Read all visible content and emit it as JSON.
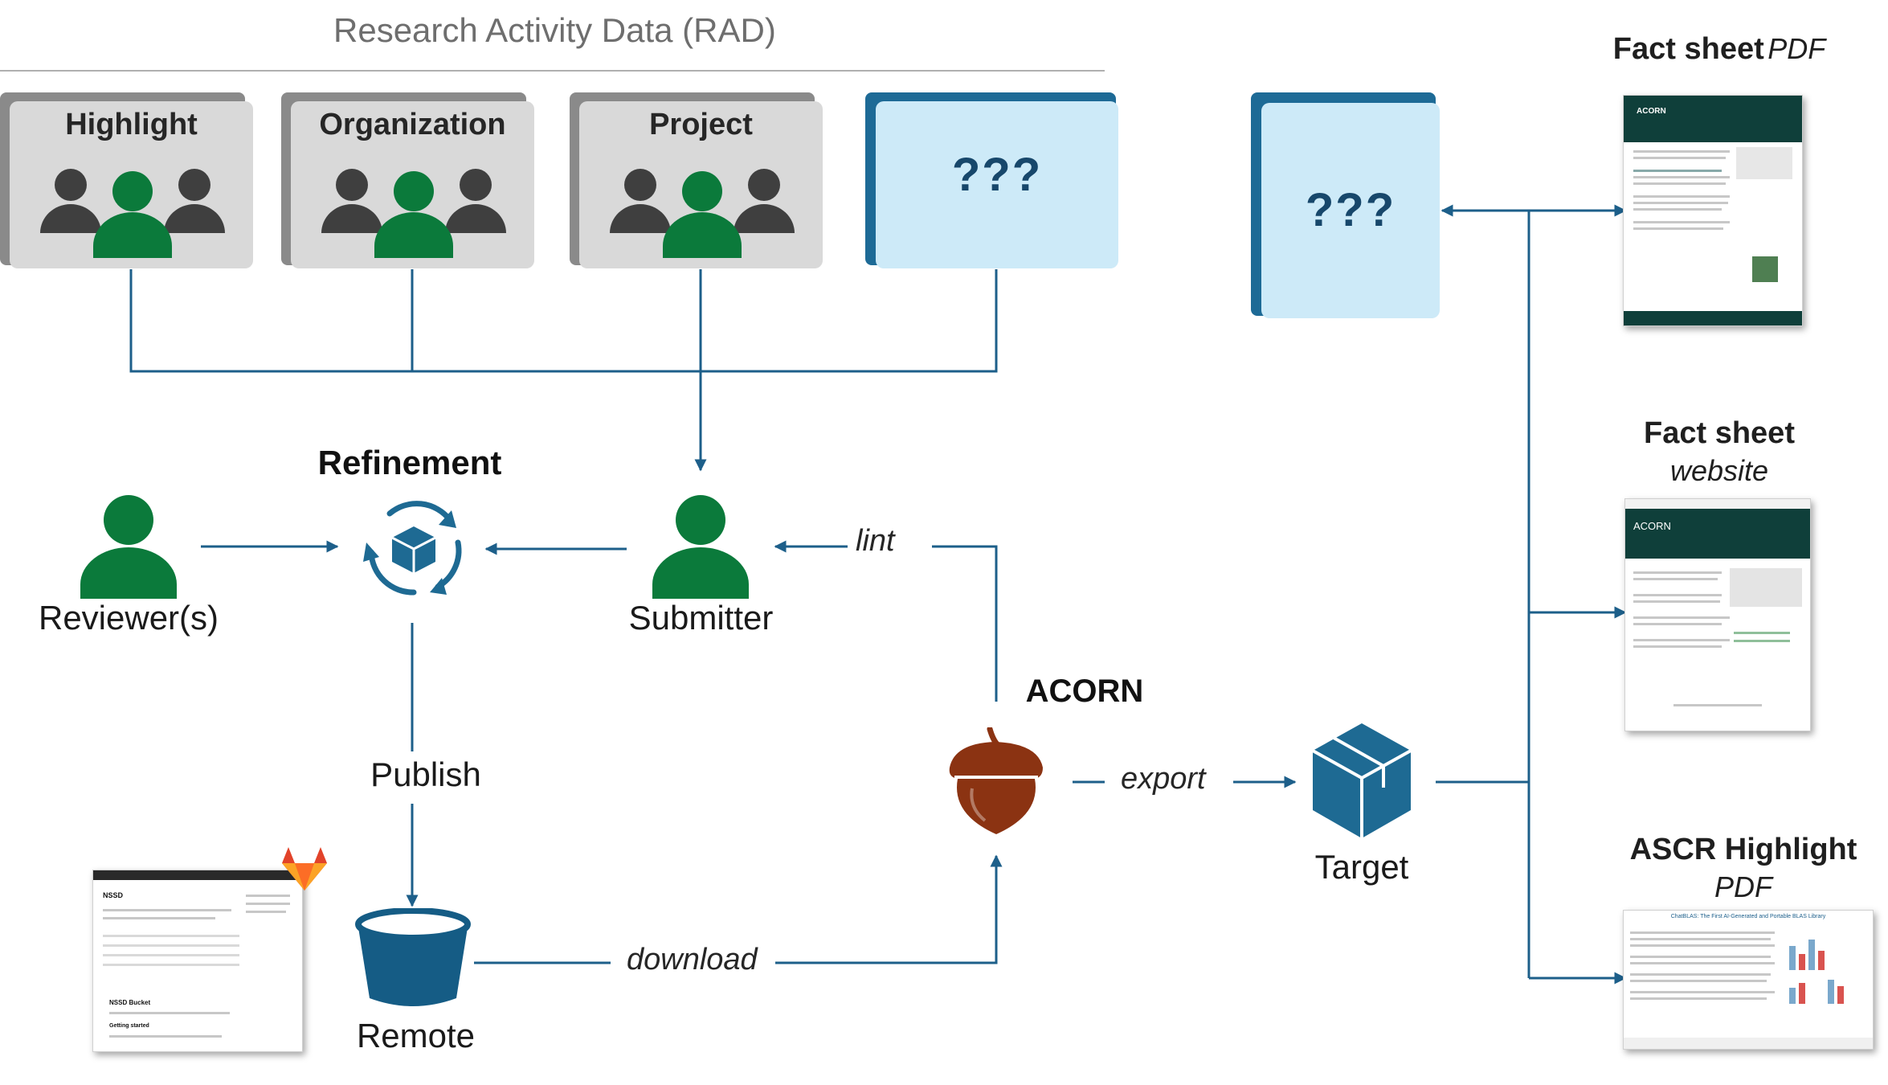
{
  "colors": {
    "connector": "#1d5f8a",
    "person_green": "#0b7a3b",
    "person_gray": "#3f3f3f",
    "acorn_brown": "#8b3312",
    "box_blue": "#1e6a93",
    "gitlab_orange": "#e2432a"
  },
  "header": {
    "title": "Research Activity Data (RAD)"
  },
  "rad_cards": [
    {
      "title": "Highlight",
      "icon": "people-group-icon"
    },
    {
      "title": "Organization",
      "icon": "people-group-icon"
    },
    {
      "title": "Project",
      "icon": "people-group-icon"
    },
    {
      "title": "???"
    }
  ],
  "output_card": {
    "title": "???"
  },
  "nodes": {
    "refinement": "Refinement",
    "reviewers": "Reviewer(s)",
    "submitter": "Submitter",
    "publish": "Publish",
    "remote": "Remote",
    "acorn": "ACORN",
    "target": "Target"
  },
  "edge_labels": {
    "lint": "lint",
    "export": "export",
    "download": "download"
  },
  "outputs": [
    {
      "title": "Fact sheet",
      "subtitle": "PDF",
      "thumbnail": "fact-sheet-pdf-thumbnail"
    },
    {
      "title": "Fact sheet",
      "subtitle": "website",
      "thumbnail": "fact-sheet-website-thumbnail"
    },
    {
      "title": "ASCR Highlight",
      "subtitle": "PDF",
      "thumbnail": "ascr-highlight-pdf-thumbnail"
    }
  ],
  "thumbnails": {
    "acorn_pdf_title": "ACORN",
    "website_title": "ACORN",
    "ascr_title": "ChatBLAS: The First AI-Generated and Portable BLAS Library",
    "repo_title": "NSSD",
    "repo_bucket": "NSSD Bucket",
    "repo_getting_started": "Getting started"
  }
}
